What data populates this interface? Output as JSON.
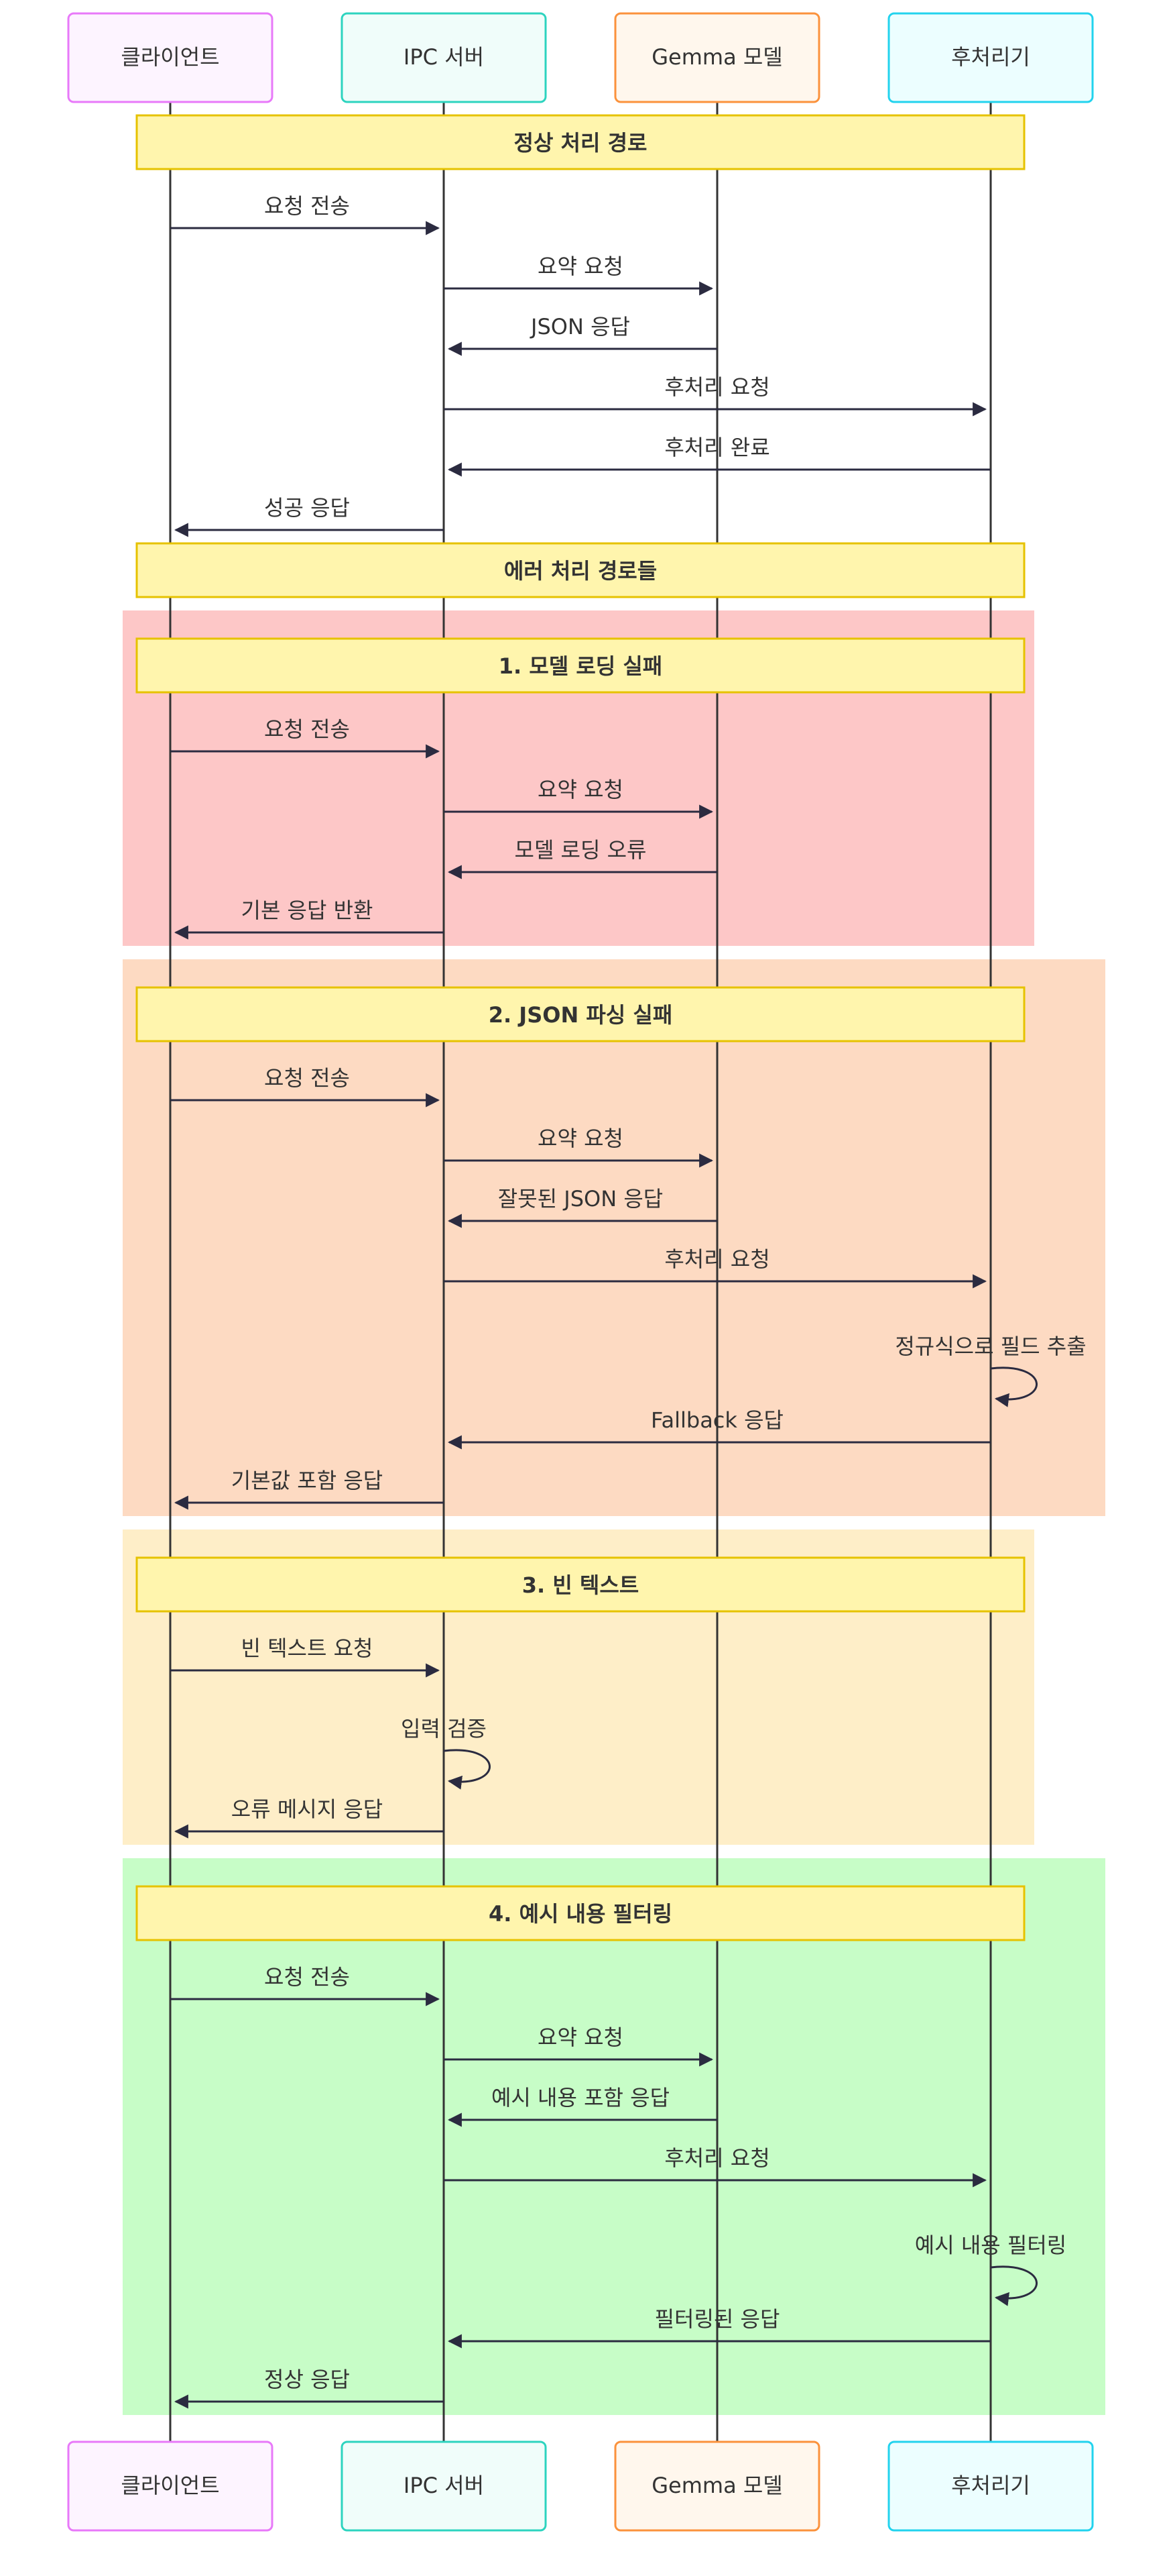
{
  "participants": [
    {
      "label": "클라이언트",
      "border": "#e879f9",
      "fill": "#fdf4ff"
    },
    {
      "label": "IPC 서버",
      "border": "#2dd4bf",
      "fill": "#f0fdfa"
    },
    {
      "label": "Gemma 모델",
      "border": "#fb923c",
      "fill": "#fff7ed"
    },
    {
      "label": "후처리기",
      "border": "#22d3ee",
      "fill": "#ecfeff"
    }
  ],
  "colors": {
    "lifeline": "#333333",
    "arrow": "#2b2b40",
    "note_fill": "#fff5ad",
    "note_border": "#e6c200",
    "section_model_fail": "#fdc7c7",
    "section_json_fail": "#fddac2",
    "section_empty_text": "#feeec8",
    "section_filtering": "#c7fdc7"
  },
  "sections": [
    {
      "color": "#fdc7c7"
    },
    {
      "color": "#fddac2"
    },
    {
      "color": "#feeec8"
    },
    {
      "color": "#c7fdc7"
    }
  ],
  "notes": [
    "정상 처리 경로",
    "에러 처리 경로들",
    "1. 모델 로딩 실패",
    "2. JSON 파싱 실패",
    "3. 빈 텍스트",
    "4. 예시 내용 필터링"
  ],
  "messages": [
    {
      "from": 0,
      "to": 1,
      "label": "요청 전송"
    },
    {
      "from": 1,
      "to": 2,
      "label": "요약 요청"
    },
    {
      "from": 2,
      "to": 1,
      "label": "JSON 응답"
    },
    {
      "from": 1,
      "to": 3,
      "label": "후처리 요청"
    },
    {
      "from": 3,
      "to": 1,
      "label": "후처리 완료"
    },
    {
      "from": 1,
      "to": 0,
      "label": "성공 응답"
    },
    {
      "from": 0,
      "to": 1,
      "label": "요청 전송"
    },
    {
      "from": 1,
      "to": 2,
      "label": "요약 요청"
    },
    {
      "from": 2,
      "to": 1,
      "label": "모델 로딩 오류"
    },
    {
      "from": 1,
      "to": 0,
      "label": "기본 응답 반환"
    },
    {
      "from": 0,
      "to": 1,
      "label": "요청 전송"
    },
    {
      "from": 1,
      "to": 2,
      "label": "요약 요청"
    },
    {
      "from": 2,
      "to": 1,
      "label": "잘못된 JSON 응답"
    },
    {
      "from": 1,
      "to": 3,
      "label": "후처리 요청"
    },
    {
      "from": 3,
      "to": 3,
      "label": "정규식으로 필드 추출"
    },
    {
      "from": 3,
      "to": 1,
      "label": "Fallback 응답"
    },
    {
      "from": 1,
      "to": 0,
      "label": "기본값 포함 응답"
    },
    {
      "from": 0,
      "to": 1,
      "label": "빈 텍스트 요청"
    },
    {
      "from": 1,
      "to": 1,
      "label": "입력 검증"
    },
    {
      "from": 1,
      "to": 0,
      "label": "오류 메시지 응답"
    },
    {
      "from": 0,
      "to": 1,
      "label": "요청 전송"
    },
    {
      "from": 1,
      "to": 2,
      "label": "요약 요청"
    },
    {
      "from": 2,
      "to": 1,
      "label": "예시 내용 포함 응답"
    },
    {
      "from": 1,
      "to": 3,
      "label": "후처리 요청"
    },
    {
      "from": 3,
      "to": 3,
      "label": "예시 내용 필터링"
    },
    {
      "from": 3,
      "to": 1,
      "label": "필터링된 응답"
    },
    {
      "from": 1,
      "to": 0,
      "label": "정상 응답"
    }
  ]
}
